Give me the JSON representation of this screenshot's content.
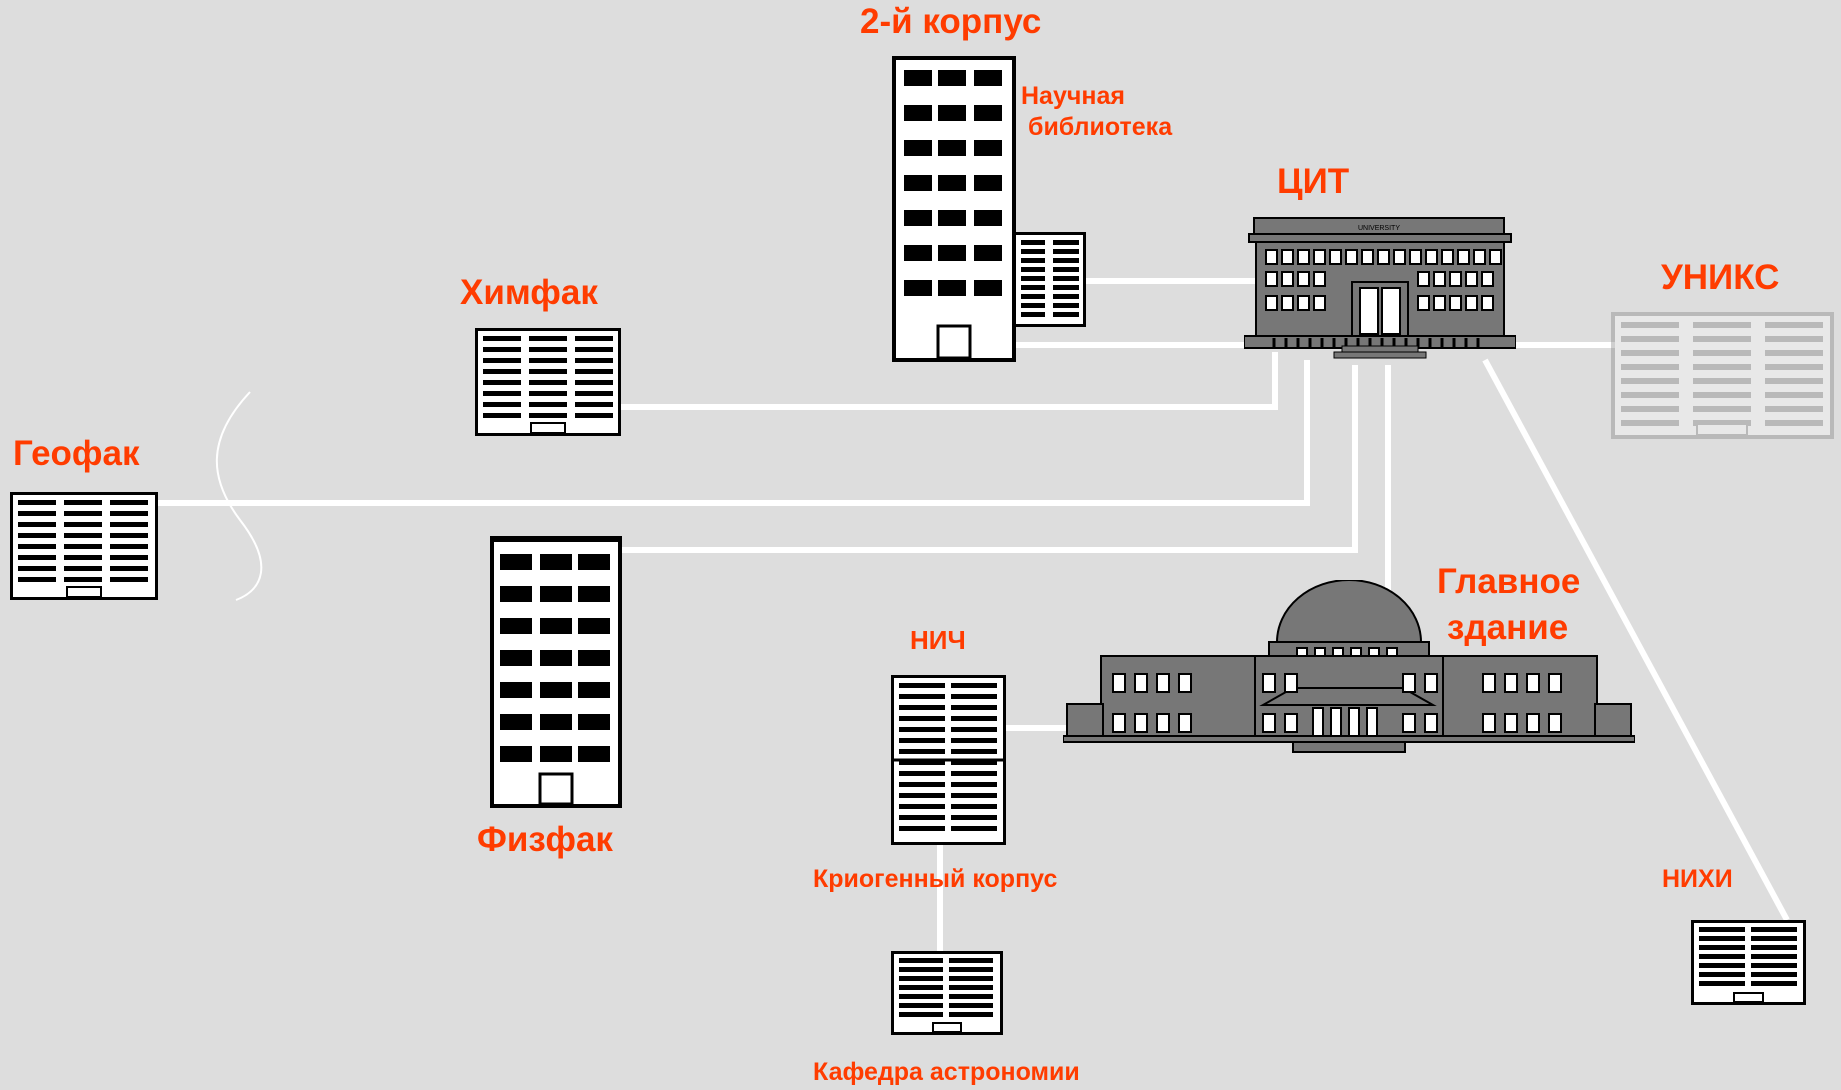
{
  "labels": {
    "korpus2": "2-й корпус",
    "library_line1": "Научная",
    "library_line2": "библиотека",
    "cit": "ЦИТ",
    "himfak": "Химфак",
    "uniks": "УНИКС",
    "geofak": "Геофак",
    "main_line1": "Главное",
    "main_line2": "здание",
    "nich": "НИЧ",
    "fizfak": "Физфак",
    "kriogen": "Криогенный корпус",
    "nihi": "НИХИ",
    "astro": "Кафедра астрономии",
    "cit_sign": "UNIVERSITY"
  },
  "icons": {
    "tower": "tall-building-icon",
    "block": "building-icon",
    "classical": "university-building-icon",
    "domed": "domed-building-icon"
  },
  "colors": {
    "label": "#ff3c00",
    "background": "#dddddd",
    "link": "#ffffff",
    "building": "#000000",
    "facade": "#777777"
  }
}
